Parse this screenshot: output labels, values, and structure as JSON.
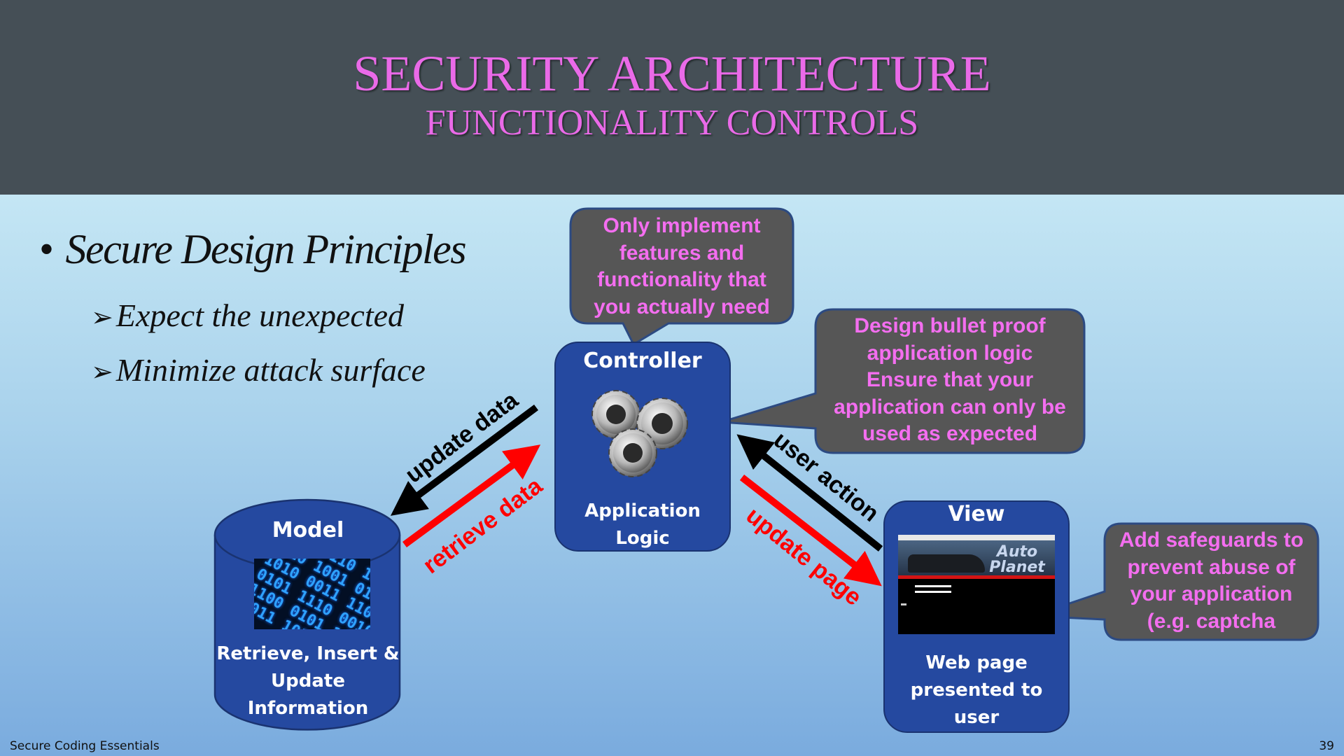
{
  "slide": {
    "title": "SECURITY ARCHITECTURE",
    "subtitle": "FUNCTIONALITY CONTROLS",
    "footer_left": "Secure Coding Essentials",
    "page_number": "39"
  },
  "bullets": {
    "main": "Secure Design Principles",
    "items": [
      "Expect the unexpected",
      "Minimize attack surface"
    ]
  },
  "diagram": {
    "controller": {
      "title": "Controller",
      "body_line1": "Application",
      "body_line2": "Logic"
    },
    "model": {
      "title": "Model",
      "body_line1": "Retrieve, Insert &",
      "body_line2": "Update",
      "body_line3": "Information"
    },
    "view": {
      "title": "View",
      "body_line1": "Web page",
      "body_line2": "presented to",
      "body_line3": "user"
    },
    "arrows": {
      "update_data": "update data",
      "retrieve_data": "retrieve data",
      "user_action": "user action",
      "update_page": "update page"
    },
    "callouts": {
      "top": [
        "Only implement",
        "features and",
        "functionality that",
        "you actually need"
      ],
      "right": [
        "Design bullet proof",
        "application logic",
        "Ensure that your",
        "application can only be",
        "used as expected"
      ],
      "bottom_right": [
        "Add safeguards to",
        "prevent abuse of",
        "your application",
        "(e.g. captcha"
      ]
    },
    "web_screenshot_text": "Auto Planet"
  },
  "colors": {
    "header_bg": "#454f56",
    "title_pink": "#ea6ae8",
    "box_blue": "#2549a0",
    "callout_gray": "#555555",
    "arrow_red": "#ff0000",
    "arrow_black": "#000000"
  }
}
